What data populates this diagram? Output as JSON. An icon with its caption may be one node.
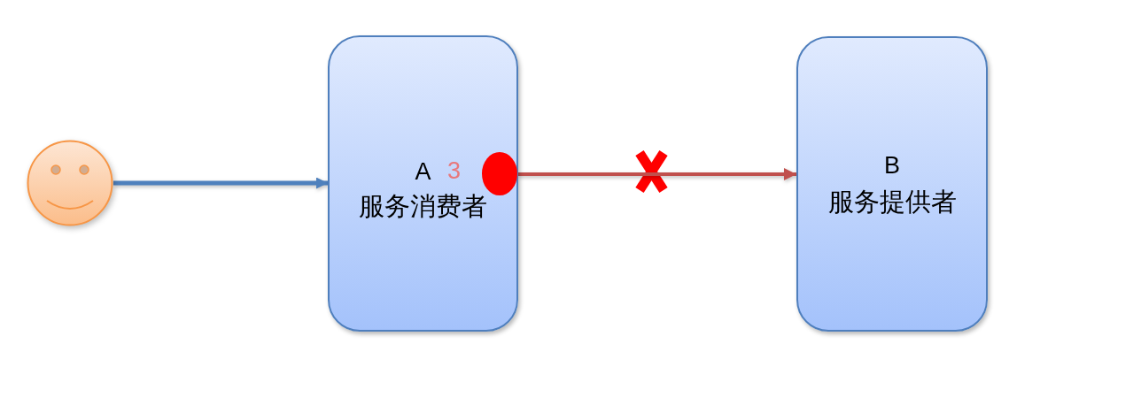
{
  "diagram": {
    "nodes": [
      {
        "text": [],
        "shape": "person"
      },
      {
        "text": [
          "A",
          "服务消费者"
        ]
      },
      {
        "text": [],
        "shape": "circle",
        "in": 1
      },
      {
        "text": [
          "B",
          "服务提供者"
        ]
      }
    ],
    "edges": [
      {
        "from": 0,
        "to": 1,
        "arrow": "to",
        "color": "#4f81bd"
      },
      {
        "from": 2,
        "to": 3,
        "arrow": "to",
        "color": "#c0504d"
      }
    ],
    "labels": [
      "3"
    ]
  }
}
